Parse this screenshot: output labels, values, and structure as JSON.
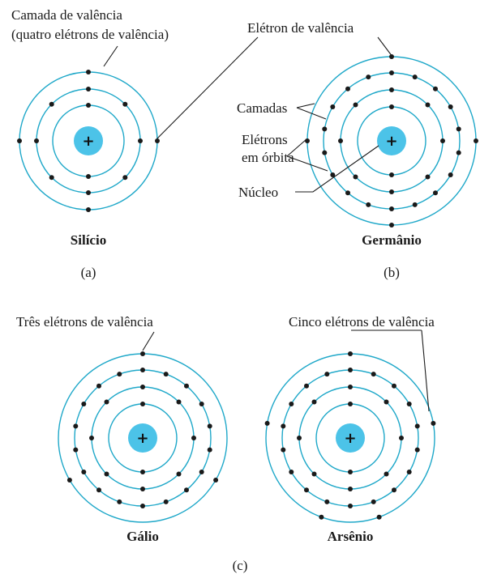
{
  "labels": {
    "camada_valencia_1": "Camada de valência",
    "camada_valencia_2": "(quatro elétrons de valência)",
    "eletron_valencia": "Elétron de valência",
    "camadas": "Camadas",
    "eletrons_1": "Elétrons",
    "eletrons_2": "em órbita",
    "nucleo": "Núcleo",
    "tres_valencia": "Três elétrons de valência",
    "cinco_valencia": "Cinco elétrons de valência",
    "nucleus_symbol": "+"
  },
  "atoms": [
    {
      "name": "Silício",
      "shells": 3,
      "electrons_per_shell": [
        2,
        8,
        4
      ]
    },
    {
      "name": "Germânio",
      "shells": 4,
      "electrons_per_shell": [
        2,
        8,
        18,
        4
      ]
    },
    {
      "name": "Gálio",
      "shells": 4,
      "electrons_per_shell": [
        2,
        8,
        18,
        3
      ]
    },
    {
      "name": "Arsênio",
      "shells": 4,
      "electrons_per_shell": [
        2,
        8,
        18,
        5
      ]
    }
  ],
  "parts": [
    "(a)",
    "(b)",
    "(c)"
  ],
  "colors": {
    "shell": "#1fa8c9",
    "nucleus": "#4cc3e8",
    "electron": "#1a1a1a"
  }
}
